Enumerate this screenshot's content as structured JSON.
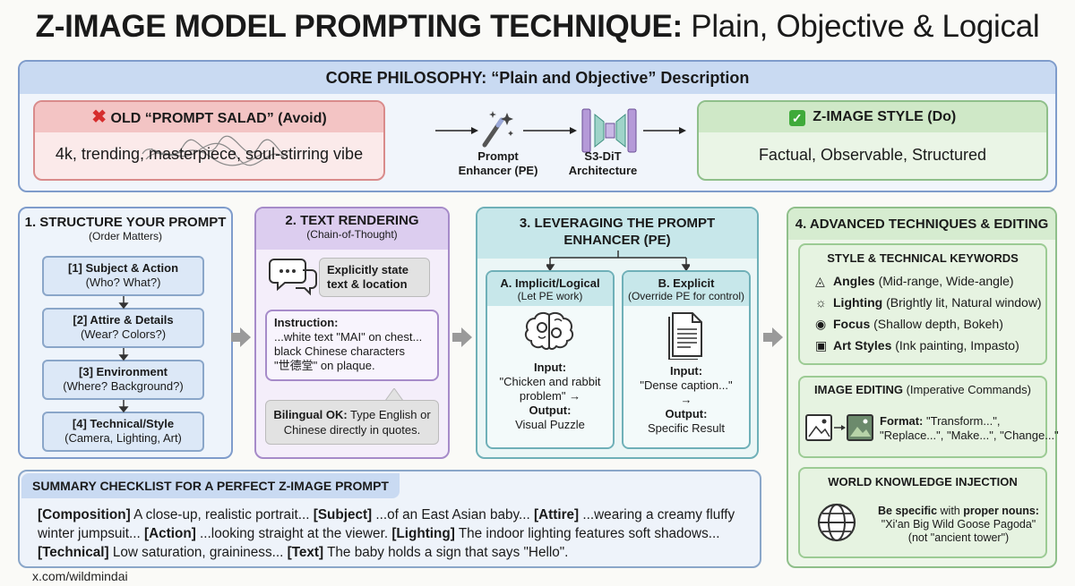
{
  "title": {
    "bold": "Z-IMAGE MODEL PROMPTING TECHNIQUE:",
    "light": "Plain, Objective & Logical"
  },
  "core": {
    "heading": "CORE PHILOSOPHY: “Plain and Objective” Description",
    "old_title": "OLD “PROMPT SALAD” (Avoid)",
    "old_text": "4k, trending, masterpiece, soul-stirring vibe",
    "pe_label_1": "Prompt",
    "pe_label_2": "Enhancer (PE)",
    "arch_label_1": "S3-DiT",
    "arch_label_2": "Architecture",
    "new_title": "Z-IMAGE STYLE (Do)",
    "new_text": "Factual, Observable, Structured"
  },
  "structure": {
    "heading": "1. STRUCTURE YOUR PROMPT",
    "sub": "(Order Matters)",
    "steps": [
      {
        "title": "[1] Subject & Action",
        "desc": "(Who? What?)"
      },
      {
        "title": "[2] Attire & Details",
        "desc": "(Wear? Colors?)"
      },
      {
        "title": "[3] Environment",
        "desc": "(Where? Background?)"
      },
      {
        "title": "[4] Technical/Style",
        "desc": "(Camera, Lighting, Art)"
      }
    ]
  },
  "text_rendering": {
    "heading": "2. TEXT RENDERING",
    "sub": "(Chain-of-Thought)",
    "bubble_1": "Explicitly state",
    "bubble_2": "text & location",
    "instr_label": "Instruction:",
    "instr_1": "...white text \"MAI\" on chest...",
    "instr_2": "black Chinese characters",
    "instr_3": "\"世德堂\" on plaque.",
    "bilingual_bold": "Bilingual OK:",
    "bilingual_1": " Type English or",
    "bilingual_2": "Chinese directly in quotes."
  },
  "enhancer": {
    "heading_1": "3. LEVERAGING THE PROMPT",
    "heading_2": "ENHANCER (PE)",
    "a_title": "A. Implicit/Logical",
    "a_sub": "(Let PE work)",
    "a_input_label": "Input:",
    "a_input_1": "\"Chicken and rabbit",
    "a_input_2": "problem\" →",
    "a_output_label": "Output:",
    "a_output": "Visual Puzzle",
    "b_title": "B. Explicit",
    "b_sub": "(Override PE for control)",
    "b_input_label": "Input:",
    "b_input": "\"Dense caption...\"",
    "b_arrow": "→",
    "b_output_label": "Output:",
    "b_output": "Specific Result"
  },
  "advanced": {
    "heading": "4. ADVANCED TECHNIQUES & EDITING",
    "kw_heading": "STYLE & TECHNICAL KEYWORDS",
    "keywords": [
      {
        "bold": "Angles",
        "rest": " (Mid-range, Wide-angle)"
      },
      {
        "bold": "Lighting",
        "rest": " (Brightly lit, Natural window)"
      },
      {
        "bold": "Focus",
        "rest": " (Shallow depth, Bokeh)"
      },
      {
        "bold": "Art Styles",
        "rest": " (Ink painting, Impasto)"
      }
    ],
    "edit_heading_bold": "IMAGE EDITING",
    "edit_heading_rest": " (Imperative Commands)",
    "edit_format_bold": "Format:",
    "edit_format_1": " \"Transform...\",",
    "edit_format_2": "\"Replace...\", \"Make...\", \"Change...\"",
    "world_heading": "WORLD KNOWLEDGE INJECTION",
    "world_1a": "Be specific",
    "world_1b": " with ",
    "world_1c": "proper nouns:",
    "world_2": "\"Xi'an Big Wild Goose Pagoda\"",
    "world_3": "(not \"ancient tower\")"
  },
  "summary": {
    "heading": "SUMMARY CHECKLIST FOR A PERFECT Z-IMAGE PROMPT",
    "l1": [
      {
        "b": "[Composition]",
        "t": " A close-up, realistic portrait... "
      },
      {
        "b": "[Subject]",
        "t": " ...of an East Asian baby... "
      },
      {
        "b": "[Attire]",
        "t": " ...wearing a creamy fluffy"
      }
    ],
    "l2": [
      {
        "b": "",
        "t": "winter jumpsuit... "
      },
      {
        "b": "[Action]",
        "t": " ...looking straight at the viewer. "
      },
      {
        "b": "[Lighting]",
        "t": " The indoor lighting features soft shadows..."
      }
    ],
    "l3": [
      {
        "b": "[Technical]",
        "t": " Low saturation, graininess... "
      },
      {
        "b": "[Text]",
        "t": " The baby holds a sign that says \"Hello\"."
      }
    ]
  },
  "footer": "x.com/wildmindai",
  "colors": {
    "blue": "#c9daf2",
    "purple": "#dccdef",
    "teal": "#c7e7ea",
    "green": "#d6ecd0",
    "red": "#f3c4c4"
  }
}
